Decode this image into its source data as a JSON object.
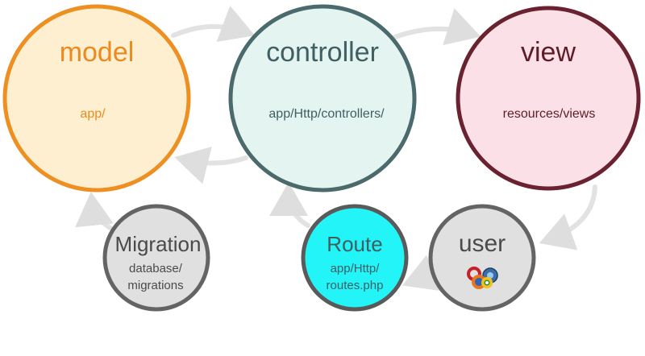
{
  "nodes": {
    "model": {
      "title": "model",
      "path": "app/",
      "fill": "#fdefd0",
      "stroke": "#ee8f22",
      "title_color": "#ec8a1e",
      "path_color": "#ec8a1e"
    },
    "controller": {
      "title": "controller",
      "path": "app/Http/controllers/",
      "fill": "#e4f4f1",
      "stroke": "#4b6a6c",
      "title_color": "#3f5f63",
      "path_color": "#3f5f63"
    },
    "view": {
      "title": "view",
      "path": "resources/views",
      "fill": "#fbe1e7",
      "stroke": "#6a2230",
      "title_color": "#5e1c28",
      "path_color": "#5e1c28"
    },
    "migration": {
      "title": "Migration",
      "path_line1": "database/",
      "path_line2": "migrations",
      "fill": "#e0e0e0",
      "stroke": "#646464",
      "title_color": "#4a4a4a",
      "path_color": "#4a4a4a"
    },
    "route": {
      "title": "Route",
      "path_line1": "app/Http/",
      "path_line2": "routes.php",
      "fill": "#22f4f8",
      "stroke": "#5a5a5a",
      "title_color": "#3f5f63",
      "path_color": "#3f5f63"
    },
    "user": {
      "title": "user",
      "icon": "browsers-icon",
      "fill": "#e0e0e0",
      "stroke": "#646464",
      "title_color": "#4a4a4a"
    }
  },
  "arrow_color": "#dcdcdc"
}
